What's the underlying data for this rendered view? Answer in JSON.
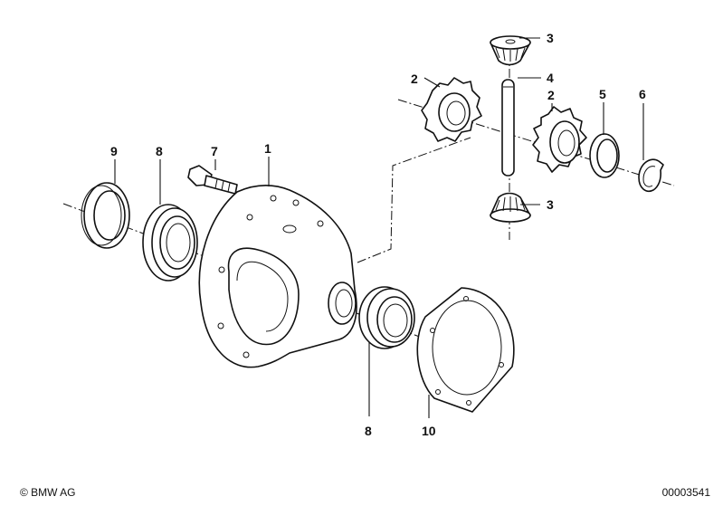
{
  "callouts": {
    "c1": "1",
    "c2a": "2",
    "c2b": "2",
    "c3a": "3",
    "c3b": "3",
    "c4": "4",
    "c5": "5",
    "c6": "6",
    "c7": "7",
    "c8a": "8",
    "c8b": "8",
    "c9": "9",
    "c10": "10"
  },
  "footer": {
    "copyright": "© BMW AG",
    "drawing_number": "00003541"
  }
}
